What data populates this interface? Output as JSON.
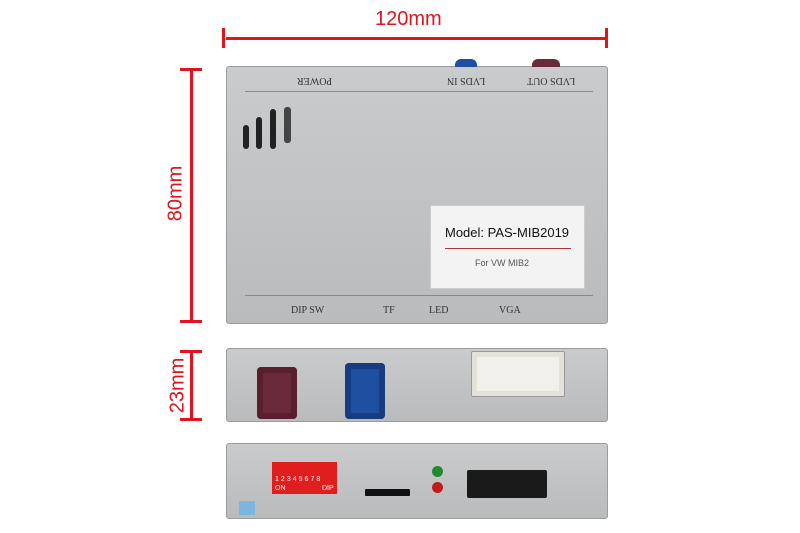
{
  "dimensions": {
    "width": "120mm",
    "height": "80mm",
    "depth": "23mm"
  },
  "top_view": {
    "labels_top": [
      "POWER",
      "LVDS IN",
      "LVDS OUT"
    ],
    "labels_bottom": [
      "DIP SW",
      "TF",
      "LED",
      "VGA"
    ],
    "sticker": {
      "model": "Model: PAS-MIB2019",
      "subtitle": "For VW MIB2"
    }
  },
  "bottom_view": {
    "dip_numbers": [
      "1",
      "2",
      "3",
      "4",
      "5",
      "6",
      "7",
      "8"
    ],
    "dip_on": "ON",
    "dip_label": "DIP"
  },
  "colors": {
    "dimension": "#e0141e",
    "lvds_in": "#1f4fa0",
    "lvds_out": "#6b2a3a"
  }
}
